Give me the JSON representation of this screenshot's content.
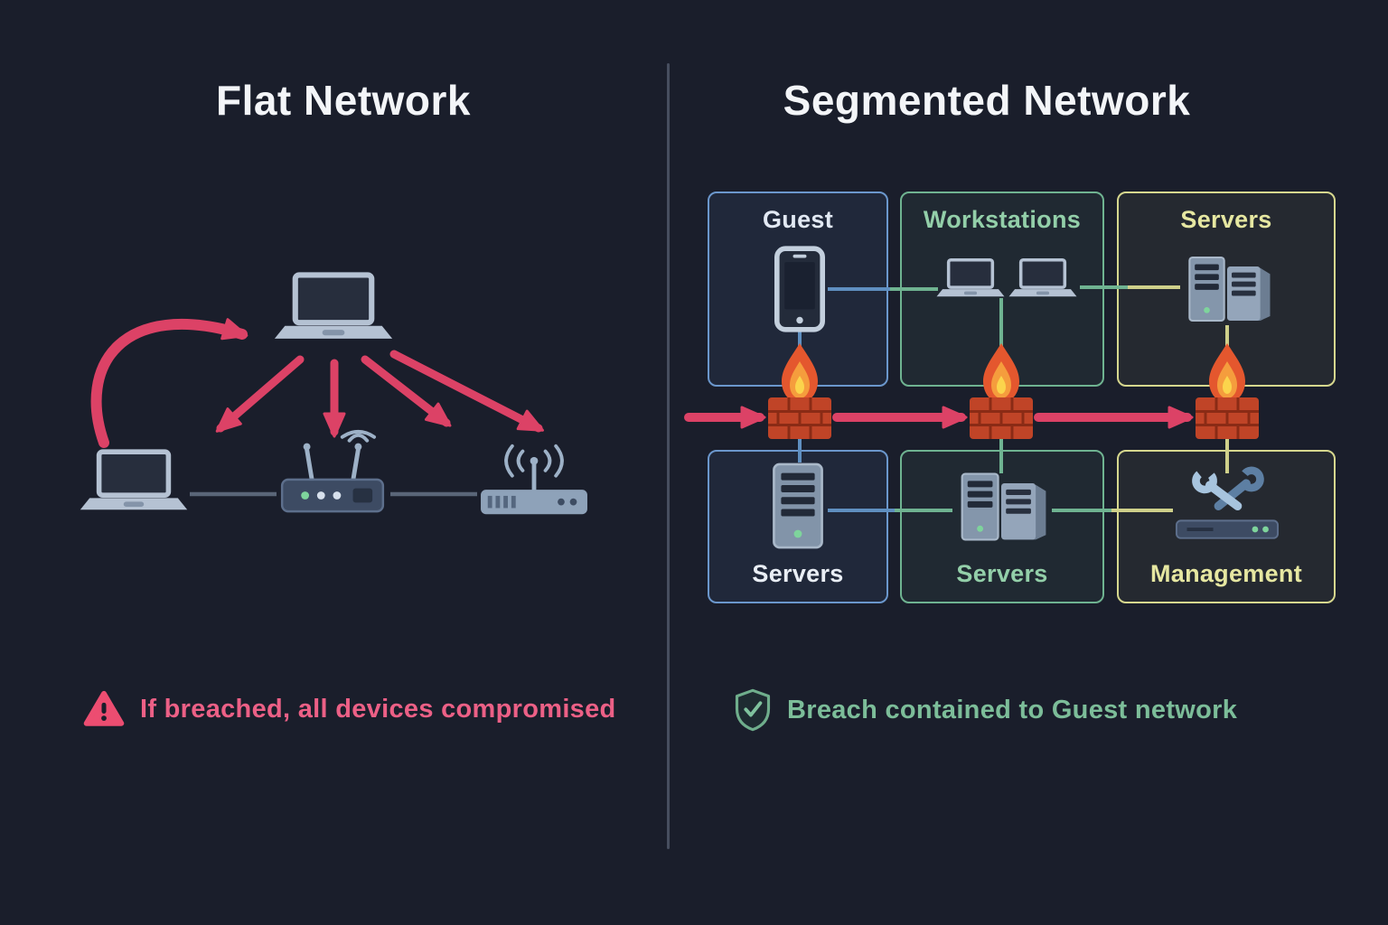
{
  "left": {
    "title": "Flat Network",
    "caption": "If breached, all devices compromised",
    "devices": [
      "laptop",
      "laptop",
      "wireless-router",
      "access-point"
    ]
  },
  "right": {
    "title": "Segmented Network",
    "caption": "Breach contained to Guest network",
    "firewall_count": 3,
    "segments": [
      {
        "label": "Guest",
        "device": "smartphone",
        "border_color": "#6b97cc",
        "label_color": "#e2e9f3",
        "tint": "rgba(91,141,200,0.10)"
      },
      {
        "label": "Workstations",
        "device": "laptops",
        "border_color": "#6fb391",
        "label_color": "#93cfa9",
        "tint": "rgba(110,179,145,0.08)"
      },
      {
        "label": "Servers",
        "device": "server-pair",
        "border_color": "#d6d78e",
        "label_color": "#e6e7a1",
        "tint": "rgba(214,215,142,0.06)"
      },
      {
        "label": "Servers",
        "device": "server-tower",
        "border_color": "#6b97cc",
        "label_color": "#e9eef5",
        "tint": "rgba(91,141,200,0.10)"
      },
      {
        "label": "Servers",
        "device": "server-pair",
        "border_color": "#6fb391",
        "label_color": "#93cfa9",
        "tint": "rgba(110,179,145,0.08)"
      },
      {
        "label": "Management",
        "device": "tools-and-switch",
        "border_color": "#d6d78e",
        "label_color": "#e6e7a1",
        "tint": "rgba(214,215,142,0.06)"
      }
    ]
  },
  "colors": {
    "background": "#1a1e2b",
    "title": "#f3f5f8",
    "attack_arrow": "#dc4266",
    "warning": "#ec4d71",
    "safe_green": "#7cbd99",
    "divider": "#474e5f"
  }
}
